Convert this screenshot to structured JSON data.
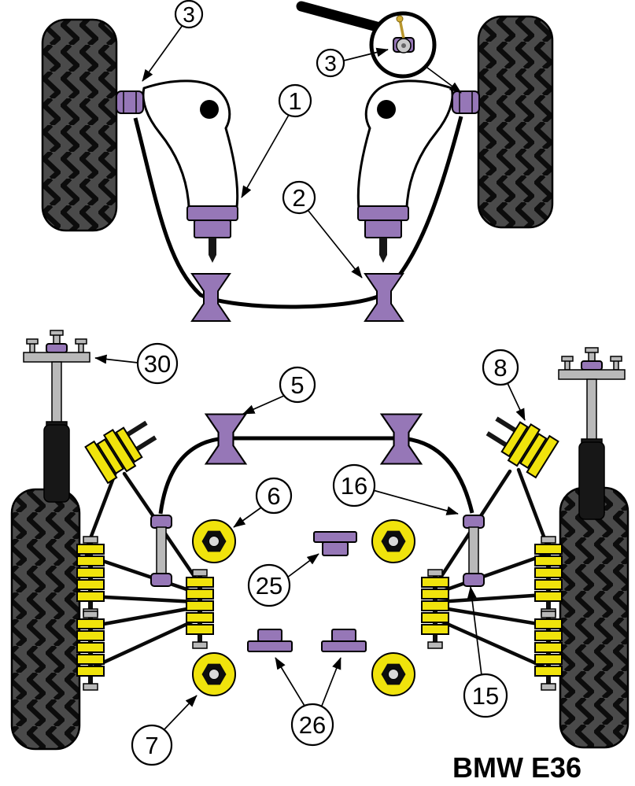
{
  "title": "BMW E36",
  "callouts": {
    "n3_top": "3",
    "n3_mag": "3",
    "n1": "1",
    "n2": "2",
    "n30": "30",
    "n8": "8",
    "n5": "5",
    "n6": "6",
    "n16": "16",
    "n25": "25",
    "n26": "26",
    "n7": "7",
    "n15": "15"
  },
  "colors": {
    "bushing_purple": "#9677b7",
    "bushing_yellow": "#f0e30c",
    "tire_gray": "#4a4a4a",
    "metal_gray": "#b9b9b9",
    "shock_black": "#171717",
    "outline": "#000000",
    "background": "#ffffff"
  }
}
